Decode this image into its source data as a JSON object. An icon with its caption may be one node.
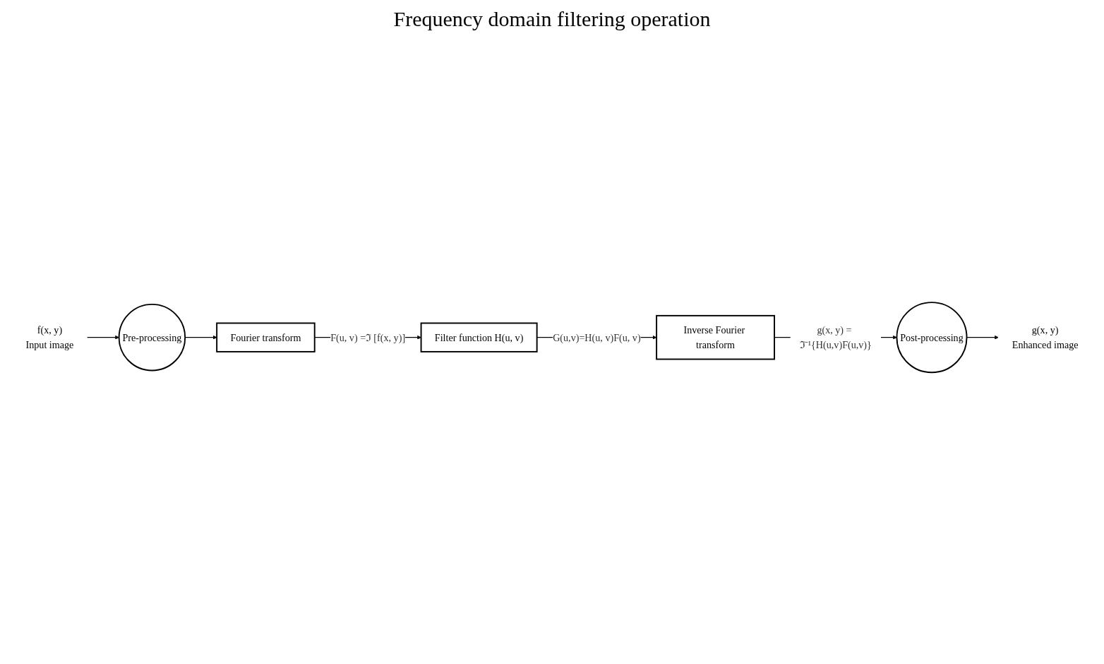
{
  "diagram": {
    "title": "Frequency domain filtering operation",
    "nodes": [
      {
        "text": [
          "f(x, y)",
          "Input image"
        ]
      },
      {
        "text": [
          "Pre-processing"
        ]
      },
      {
        "text": [
          "Fourier transform"
        ]
      },
      {
        "text": [
          "Filter function H(u, v)"
        ]
      },
      {
        "text": [
          "Inverse Fourier transform"
        ]
      },
      {
        "text": [
          "Post-processing"
        ]
      },
      {
        "text": [
          "g(x, y)",
          "Enhanced image"
        ]
      }
    ],
    "edges": [
      {
        "from": 0,
        "to": 1,
        "arrow": "to"
      },
      {
        "from": 1,
        "to": 2,
        "arrow": "to"
      },
      {
        "from": 2,
        "to": 3,
        "arrow": "to",
        "label": "F(u, v) =ℑ [f(x, y)]"
      },
      {
        "from": 3,
        "to": 4,
        "arrow": "to",
        "label": "G(u,v)=H(u, v)F(u, v)"
      },
      {
        "from": 4,
        "to": 5,
        "arrow": "to",
        "label": "g(x, y) = ℑ⁻¹{H(u,v)F(u,v)}"
      },
      {
        "from": 5,
        "to": 6,
        "arrow": "to"
      }
    ]
  }
}
